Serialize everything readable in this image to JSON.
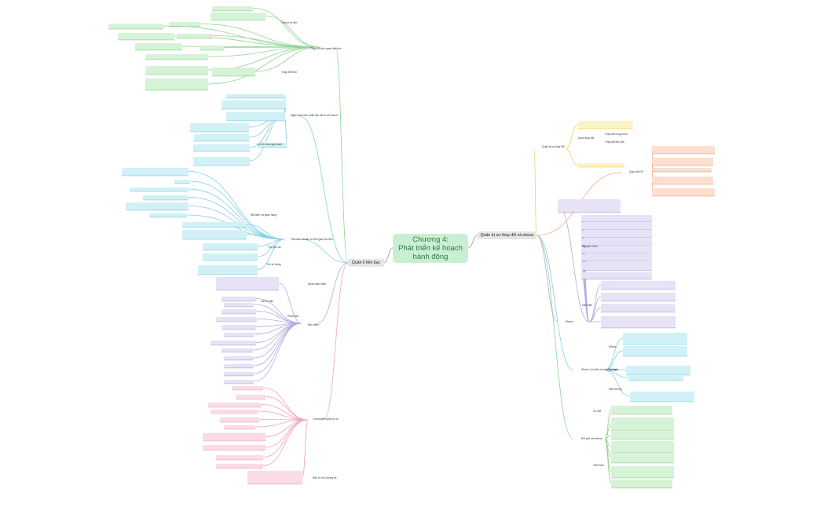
{
  "center": {
    "title_line1": "Chương 4:",
    "title_line2": "Phát triển kế hoạch",
    "title_line3": "hành động"
  },
  "main_branches": {
    "left": "Quản lí tiền bạc",
    "right": "Quản trị sự thay đổi và stress"
  },
  "colors": {
    "green": "#d7f3d7",
    "green_line": "#8fd48f",
    "cyan": "#d2f1f7",
    "cyan_line": "#7fd0e3",
    "purple": "#e7e2f6",
    "purple_line": "#b5a9e0",
    "pink": "#fbdce6",
    "pink_line": "#f0a3b8",
    "yellow": "#fdf3c8",
    "yellow_line": "#f2d25e",
    "salmon": "#fbe0d2",
    "salmon_line": "#f3a57c",
    "central": "#c9efd2",
    "topic": "#e6e6e6"
  },
  "labels": {
    "thay_doi_thoi_quen": "Thay đổi thói quen tiêu tiền",
    "tam_ly_tien": "Tâm lý về tiền",
    "thay_doi_ve_nhin": "Thay đổi nhìn",
    "ngan_sach": "Ngân sách cân nhắc tiền đã có kế hoạch",
    "cac_buoc_ngan_sach": "Lợi ích của ngân sách",
    "tiet_kiem": "Tiết kiệm và đầu tư thời gian thu tiện",
    "tiet_kiem_ngan_hang": "Tiết kiệm và ngân hàng",
    "thu_gon": "Thu gọn lại",
    "the_tin_dung": "Thẻ tín dụng",
    "bao_hiem": "Bảo hiểm",
    "bao_hiem_nhom": "Nhóm bảo hiểm",
    "phan_loai": "Phân loại",
    "co_ban": "Cái cơ bản",
    "quan_ly_no": "Lời khuyên quản lý nợ",
    "dau_tu": "Đầu tư cho tương lai",
    "quan_ly_thay_doi": "Quản lý sự thay đổi",
    "cach_thay_doi": "Cách thay đổi",
    "thay_doi_tung_buoc": "Thay đổi từng bước",
    "thay_doi_dot_pha": "Thay đổi đột phá",
    "quy_trinh": "Quy trình 5T",
    "stress": "Stress",
    "nguyen_nhan": "Nguyên nhân",
    "dau_hieu": "Dấu hiệu",
    "stress_va_moi_truong": "Stress, cá nhân và môi trường",
    "stress_leaf": "Stress",
    "ca_nhan": "Cá nhân",
    "moi_truong": "Môi trường",
    "doi_pho": "Đối phó với stress",
    "co_the": "Cơ thể",
    "tinh_than": "Tinh thần"
  }
}
